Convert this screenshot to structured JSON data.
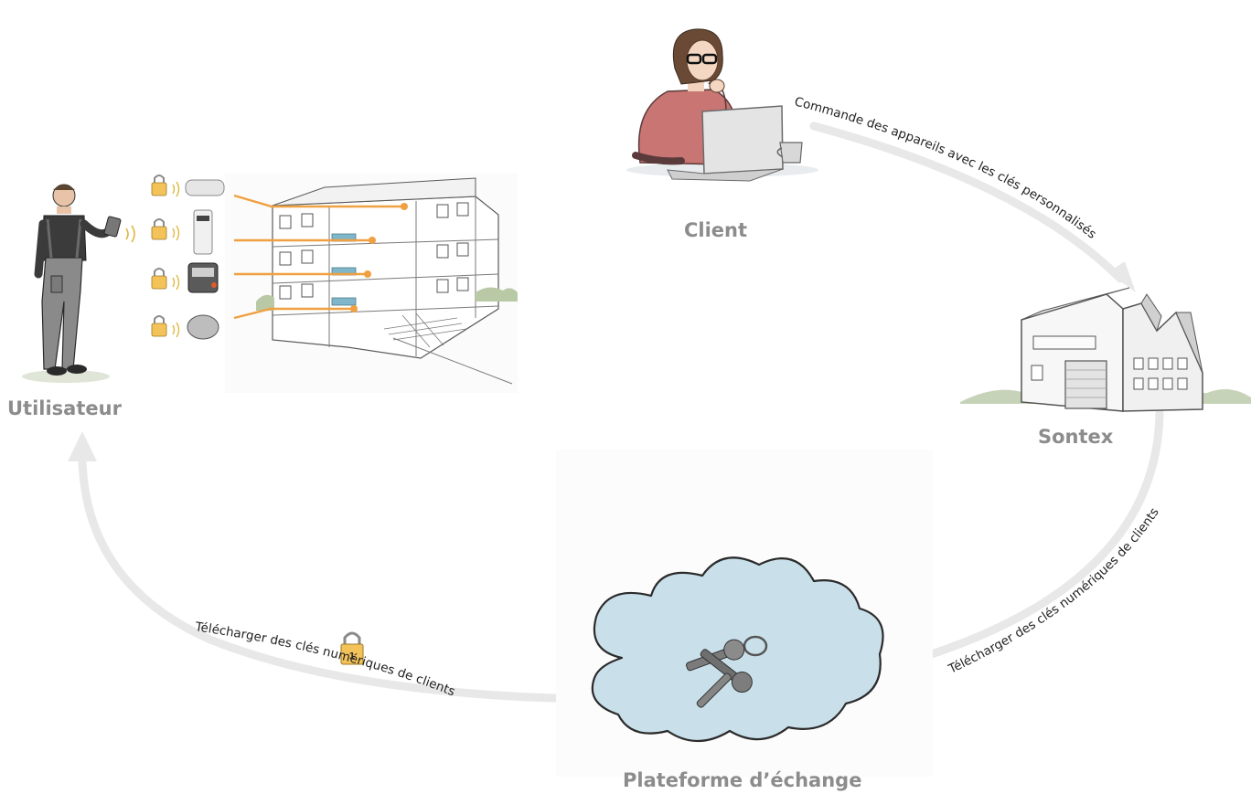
{
  "nodes": {
    "client": {
      "label": "Client"
    },
    "sontex": {
      "label": "Sontex"
    },
    "platform": {
      "label": "Plateforme d’échange"
    },
    "user": {
      "label": "Utilisateur"
    }
  },
  "edges": {
    "client_to_sontex": {
      "label": "Commande des appareils avec les clés personnalisés"
    },
    "sontex_to_platform": {
      "label": "Télécharger des clés numériques de clients"
    },
    "platform_to_user": {
      "label": "Télécharger des clés numériques de clients"
    }
  },
  "colors": {
    "arrow": "#e8e8e8",
    "node_label": "#8c8c8c",
    "orange_line": "#f0a040",
    "lock": "#f3c35a",
    "cloud": "#c9e0ea"
  }
}
